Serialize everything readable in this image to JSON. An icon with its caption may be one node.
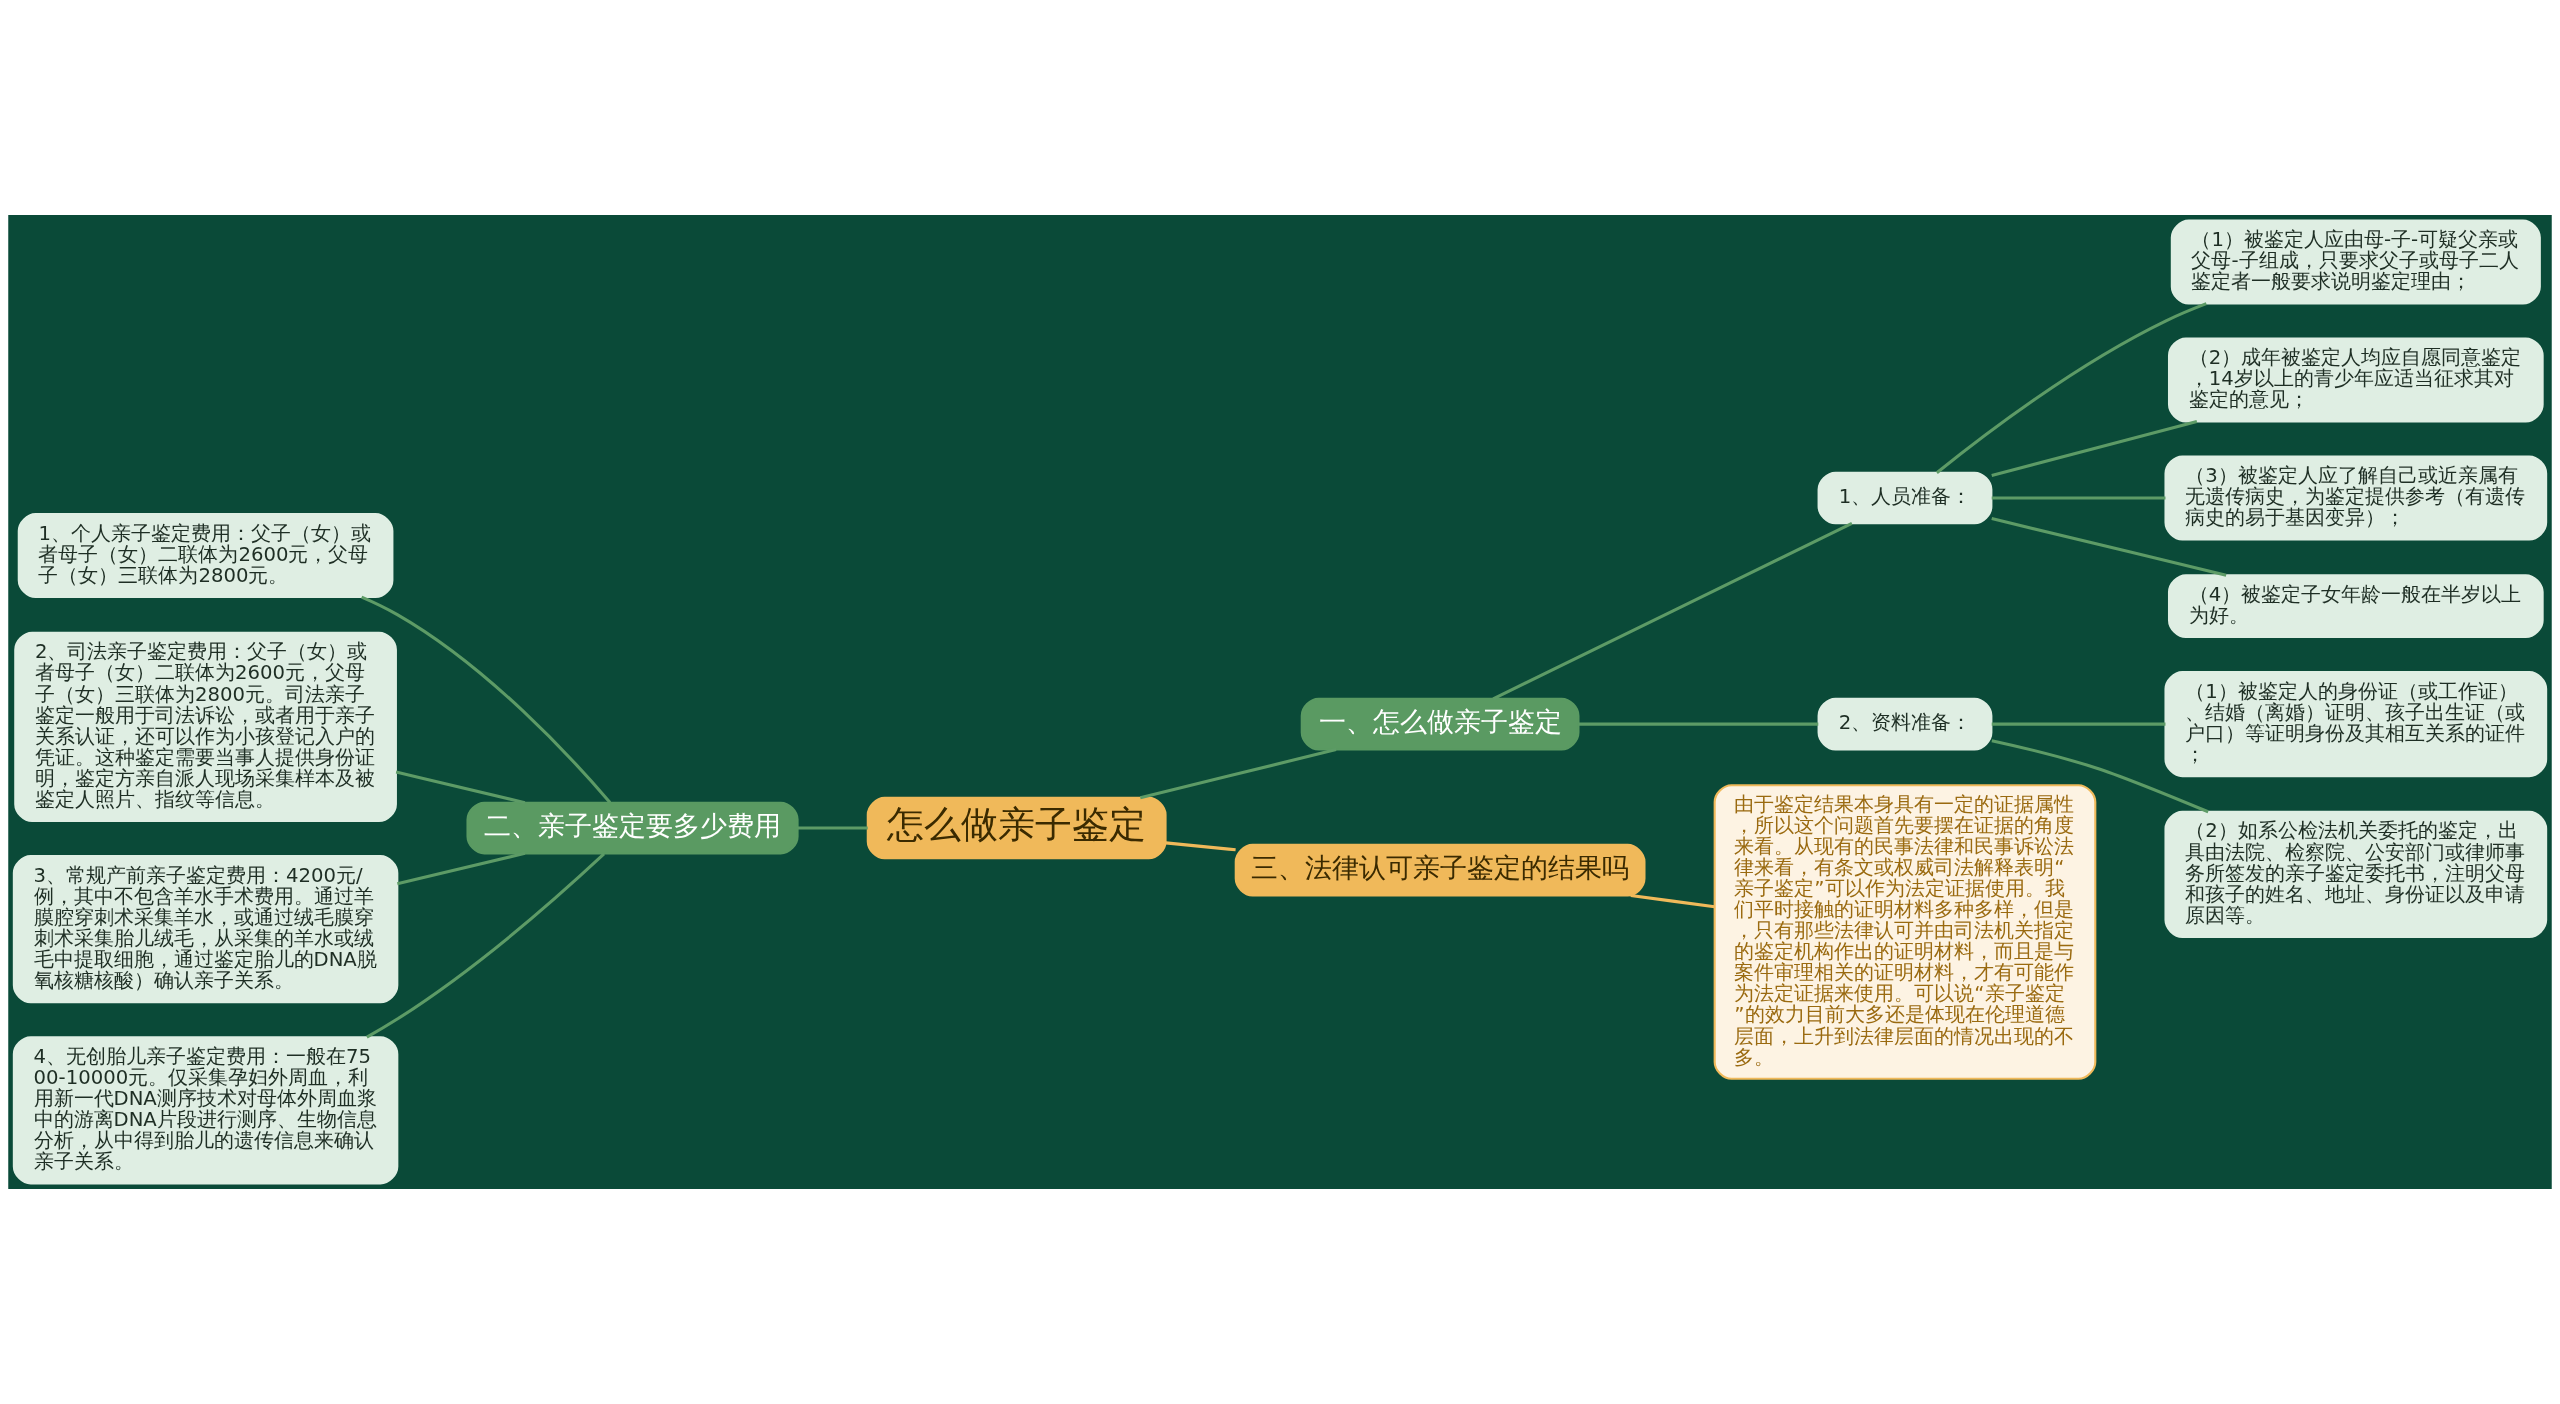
{
  "diagram": {
    "nodes": [
      {
        "text": [
          "怎么做亲子鉴定"
        ]
      },
      {
        "text": [
          "一、怎么做亲子鉴定"
        ]
      },
      {
        "text": [
          "1、人员准备："
        ]
      },
      {
        "text": [
          "（1）被鉴定人应由母-子-可疑父亲或父母-子组成，只要求父子或母子二人鉴定者一般要求说明鉴定理由；"
        ]
      },
      {
        "text": [
          "（2）成年被鉴定人均应自愿同意鉴定，14岁以上的青少年应适当征求其对鉴定的意见；"
        ]
      },
      {
        "text": [
          "（3）被鉴定人应了解自己或近亲属有无遗传病史，为鉴定提供参考（有遗传病史的易于基因变异）；"
        ]
      },
      {
        "text": [
          "（4）被鉴定子女年龄一般在半岁以上为好。"
        ]
      },
      {
        "text": [
          "2、资料准备："
        ]
      },
      {
        "text": [
          "（1）被鉴定人的身份证（或工作证）、结婚（离婚）证明、孩子出生证（或户口）等证明身份及其相互关系的证件；"
        ]
      },
      {
        "text": [
          "（2）如系公检法机关委托的鉴定，出具由法院、检察院、公安部门或律师事务所签发的亲子鉴定委托书，注明父母和孩子的姓名、地址、身份证以及申请原因等。"
        ]
      },
      {
        "text": [
          "二、亲子鉴定要多少费用"
        ]
      },
      {
        "text": [
          "1、个人亲子鉴定费用：父子（女）或者母子（女）二联体为2600元，父母子（女）三联体为2800元。"
        ]
      },
      {
        "text": [
          "2、司法亲子鉴定费用：父子（女）或者母子（女）二联体为2600元，父母子（女）三联体为2800元。司法亲子鉴定一般用于司法诉讼，或者用于亲子关系认证，还可以作为小孩登记入户的凭证。这种鉴定需要当事人提供身份证明，鉴定方亲自派人现场采集样本及被鉴定人照片、指纹等信息。"
        ]
      },
      {
        "text": [
          "3、常规产前亲子鉴定费用：4200元/例，其中不包含羊水手术费用。通过羊膜腔穿刺术采集羊水，或通过绒毛膜穿刺术采集胎儿绒毛，从采集的羊水或绒毛中提取细胞，通过鉴定胎儿的DNA脱氧核糖核酸）确认亲子关系。"
        ]
      },
      {
        "text": [
          "4、无创胎儿亲子鉴定费用：一般在7500-10000元。仅采集孕妇外周血，利用新一代DNA测序技术对母体外周血浆中的游离DNA片段进行测序、生物信息分析，从中得到胎儿的遗传信息来确认亲子关系。"
        ]
      },
      {
        "text": [
          "三、法律认可亲子鉴定的结果吗"
        ]
      },
      {
        "text": [
          "由于鉴定结果本身具有一定的证据属性，所以这个问题首先要摆在证据的角度来看。从现有的民事法律和民事诉讼法律来看，有条文或权威司法解释表明“亲子鉴定”可以作为法定证据使用。我们平时接触的证明材料多种多样，但是，只有那些法律认可并由司法机关指定的鉴定机构作出的证明材料，而且是与案件审理相关的证明材料，才有可能作为法定证据来使用。可以说“亲子鉴定”的效力目前大多还是体现在伦理道德层面，上升到法律层面的情况出现的不多。"
        ]
      }
    ],
    "edges": [
      {
        "from": 0,
        "to": 1,
        "arrow": "none"
      },
      {
        "from": 1,
        "to": 2,
        "arrow": "none"
      },
      {
        "from": 2,
        "to": 3,
        "arrow": "none"
      },
      {
        "from": 2,
        "to": 4,
        "arrow": "none"
      },
      {
        "from": 2,
        "to": 5,
        "arrow": "none"
      },
      {
        "from": 2,
        "to": 6,
        "arrow": "none"
      },
      {
        "from": 1,
        "to": 7,
        "arrow": "none"
      },
      {
        "from": 7,
        "to": 8,
        "arrow": "none"
      },
      {
        "from": 7,
        "to": 9,
        "arrow": "none"
      },
      {
        "from": 0,
        "to": 10,
        "arrow": "none"
      },
      {
        "from": 10,
        "to": 11,
        "arrow": "none"
      },
      {
        "from": 10,
        "to": 12,
        "arrow": "none"
      },
      {
        "from": 10,
        "to": 13,
        "arrow": "none"
      },
      {
        "from": 10,
        "to": 14,
        "arrow": "none"
      },
      {
        "from": 0,
        "to": 15,
        "arrow": "none",
        "color": "#f0b95a"
      },
      {
        "from": 15,
        "to": 16,
        "arrow": "none",
        "color": "#f0b95a"
      }
    ]
  }
}
